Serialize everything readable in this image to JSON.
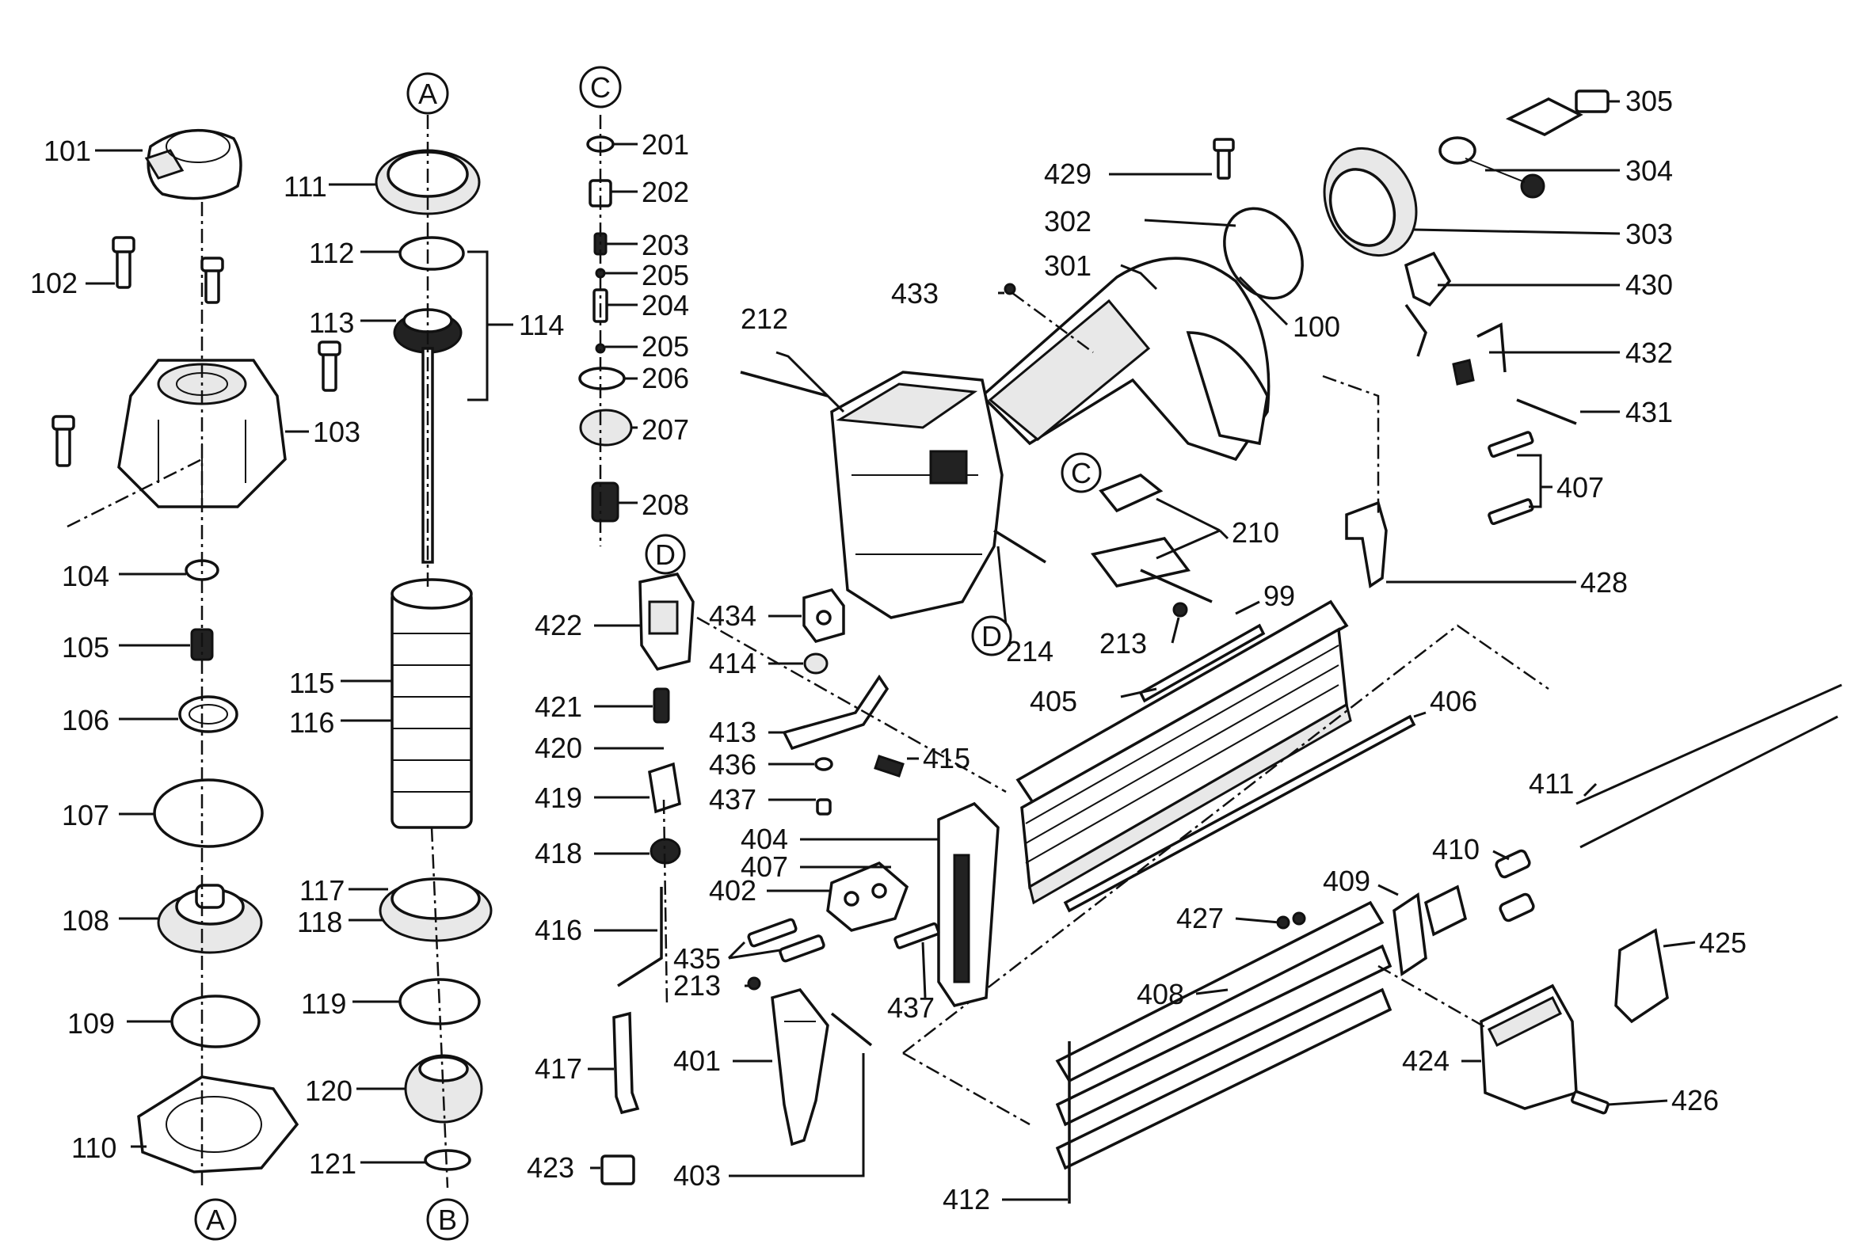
{
  "diagram": {
    "labels": [
      "101",
      "102",
      "103",
      "104",
      "105",
      "106",
      "107",
      "108",
      "109",
      "110",
      "111",
      "112",
      "113",
      "114",
      "115",
      "116",
      "117",
      "118",
      "119",
      "120",
      "121",
      "201",
      "202",
      "203",
      "205",
      "204",
      "206",
      "207",
      "208",
      "212",
      "214",
      "210",
      "213",
      "99",
      "301",
      "302",
      "429",
      "433",
      "100",
      "303",
      "304",
      "305",
      "430",
      "432",
      "431",
      "407",
      "428",
      "405",
      "406",
      "411",
      "410",
      "409",
      "425",
      "424",
      "426",
      "427",
      "408",
      "412",
      "422",
      "434",
      "414",
      "421",
      "413",
      "420",
      "436",
      "415",
      "419",
      "437",
      "418",
      "404",
      "402",
      "416",
      "435",
      "417",
      "423",
      "401",
      "403"
    ],
    "reference_markers": [
      "A",
      "C",
      "D",
      "B"
    ]
  }
}
